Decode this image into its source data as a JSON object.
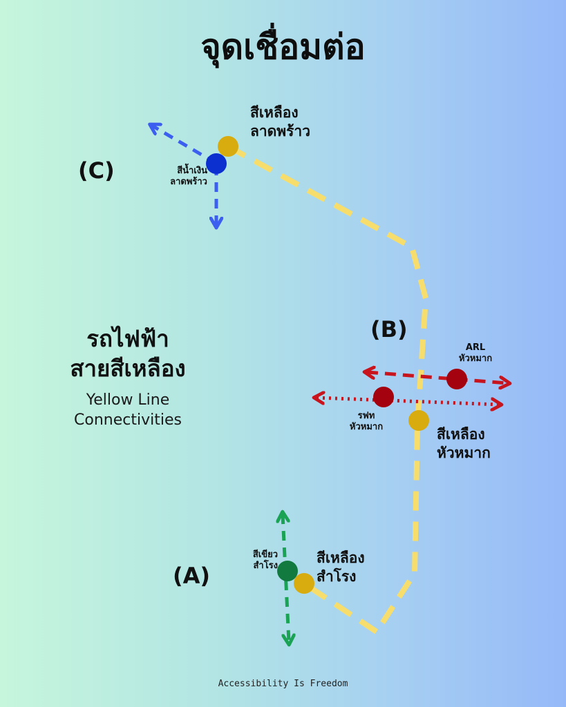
{
  "title": "จุดเชื่อมต่อ",
  "heading": {
    "line1": "รถไฟฟ้า",
    "line2": "สายสีเหลือง"
  },
  "subheading": {
    "line1": "Yellow Line",
    "line2": "Connectivities"
  },
  "stations": {
    "c_yellow": {
      "line1": "สีเหลือง",
      "line2": "ลาดพร้าว"
    },
    "c_blue": {
      "line1": "สีน้ำเงิน",
      "line2": "ลาดพร้าว"
    },
    "b_arl": {
      "line1": "ARL",
      "line2": "หัวหมาก"
    },
    "b_srt": {
      "line1": "รฟท",
      "line2": "หัวหมาก"
    },
    "b_yellow": {
      "line1": "สีเหลือง",
      "line2": "หัวหมาก"
    },
    "a_green": {
      "line1": "สีเขียว",
      "line2": "สำโรง"
    },
    "a_yellow": {
      "line1": "สีเหลือง",
      "line2": "สำโรง"
    }
  },
  "interchange_labels": {
    "a": "(A)",
    "b": "(B)",
    "c": "(C)"
  },
  "footer": "Accessibility Is Freedom",
  "colors": {
    "yellow_line": "#f7de6c",
    "yellow_station": "#d8ab0f",
    "blue_line": "#3d5ff0",
    "blue_station": "#0c2fd0",
    "red_line": "#c8141c",
    "red_station": "#a3020e",
    "green_line": "#1aa255",
    "green_station": "#127a3f"
  }
}
